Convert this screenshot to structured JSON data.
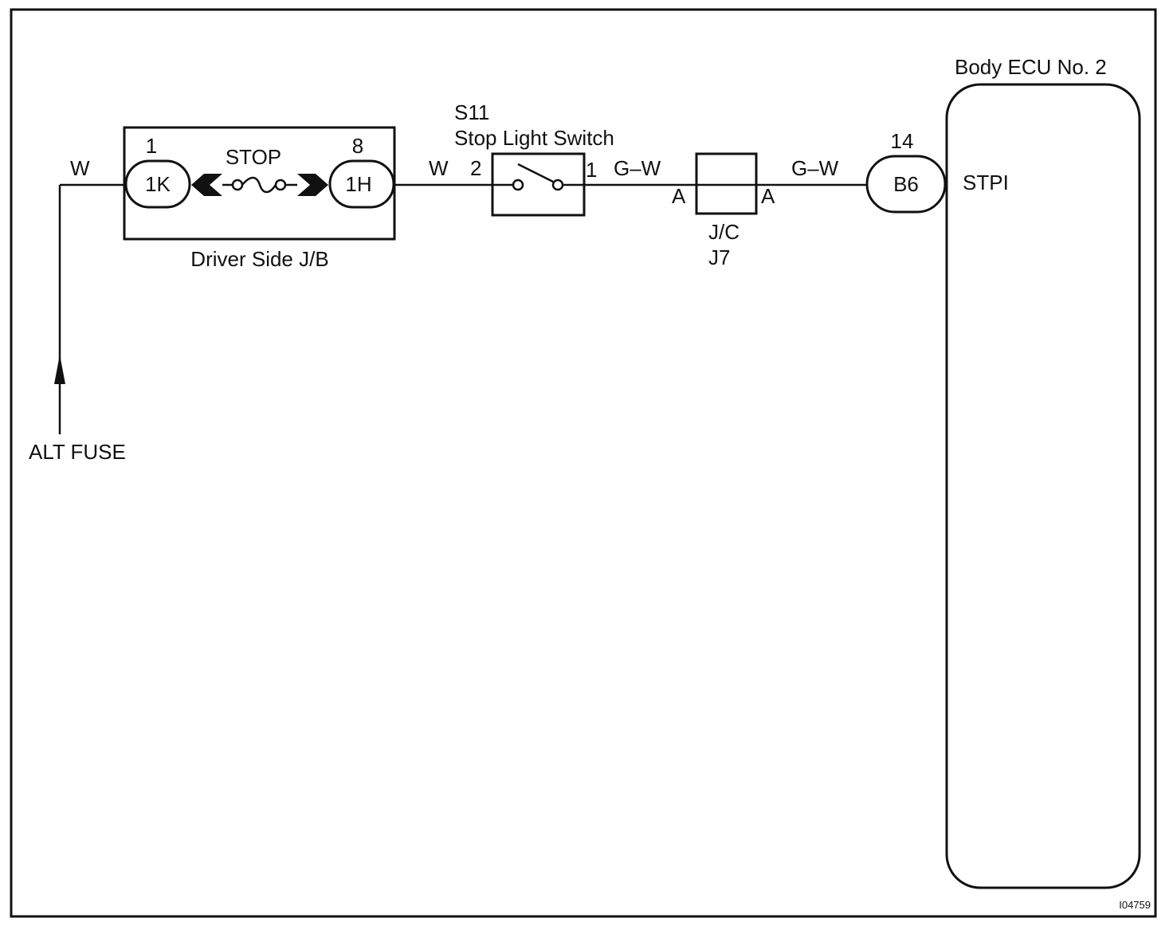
{
  "diagram": {
    "source_label": "ALT FUSE",
    "wire_source": "W",
    "junction_block": {
      "name": "Driver Side J/B",
      "fuse_name": "STOP",
      "connector_left": {
        "code": "1K",
        "pin": "1"
      },
      "connector_right": {
        "code": "1H",
        "pin": "8"
      }
    },
    "wire_jb_to_switch": "W",
    "switch": {
      "id": "S11",
      "name": "Stop Light Switch",
      "pin_in": "2",
      "pin_out": "1"
    },
    "wire_switch_to_jc": "G–W",
    "junction_connector": {
      "name": "J/C",
      "id": "J7",
      "pin_left": "A",
      "pin_right": "A"
    },
    "wire_jc_to_ecu": "G–W",
    "ecu": {
      "name": "Body ECU No. 2",
      "connector": {
        "code": "B6",
        "pin": "14"
      },
      "terminal": "STPI"
    },
    "figure_code": "I04759"
  }
}
